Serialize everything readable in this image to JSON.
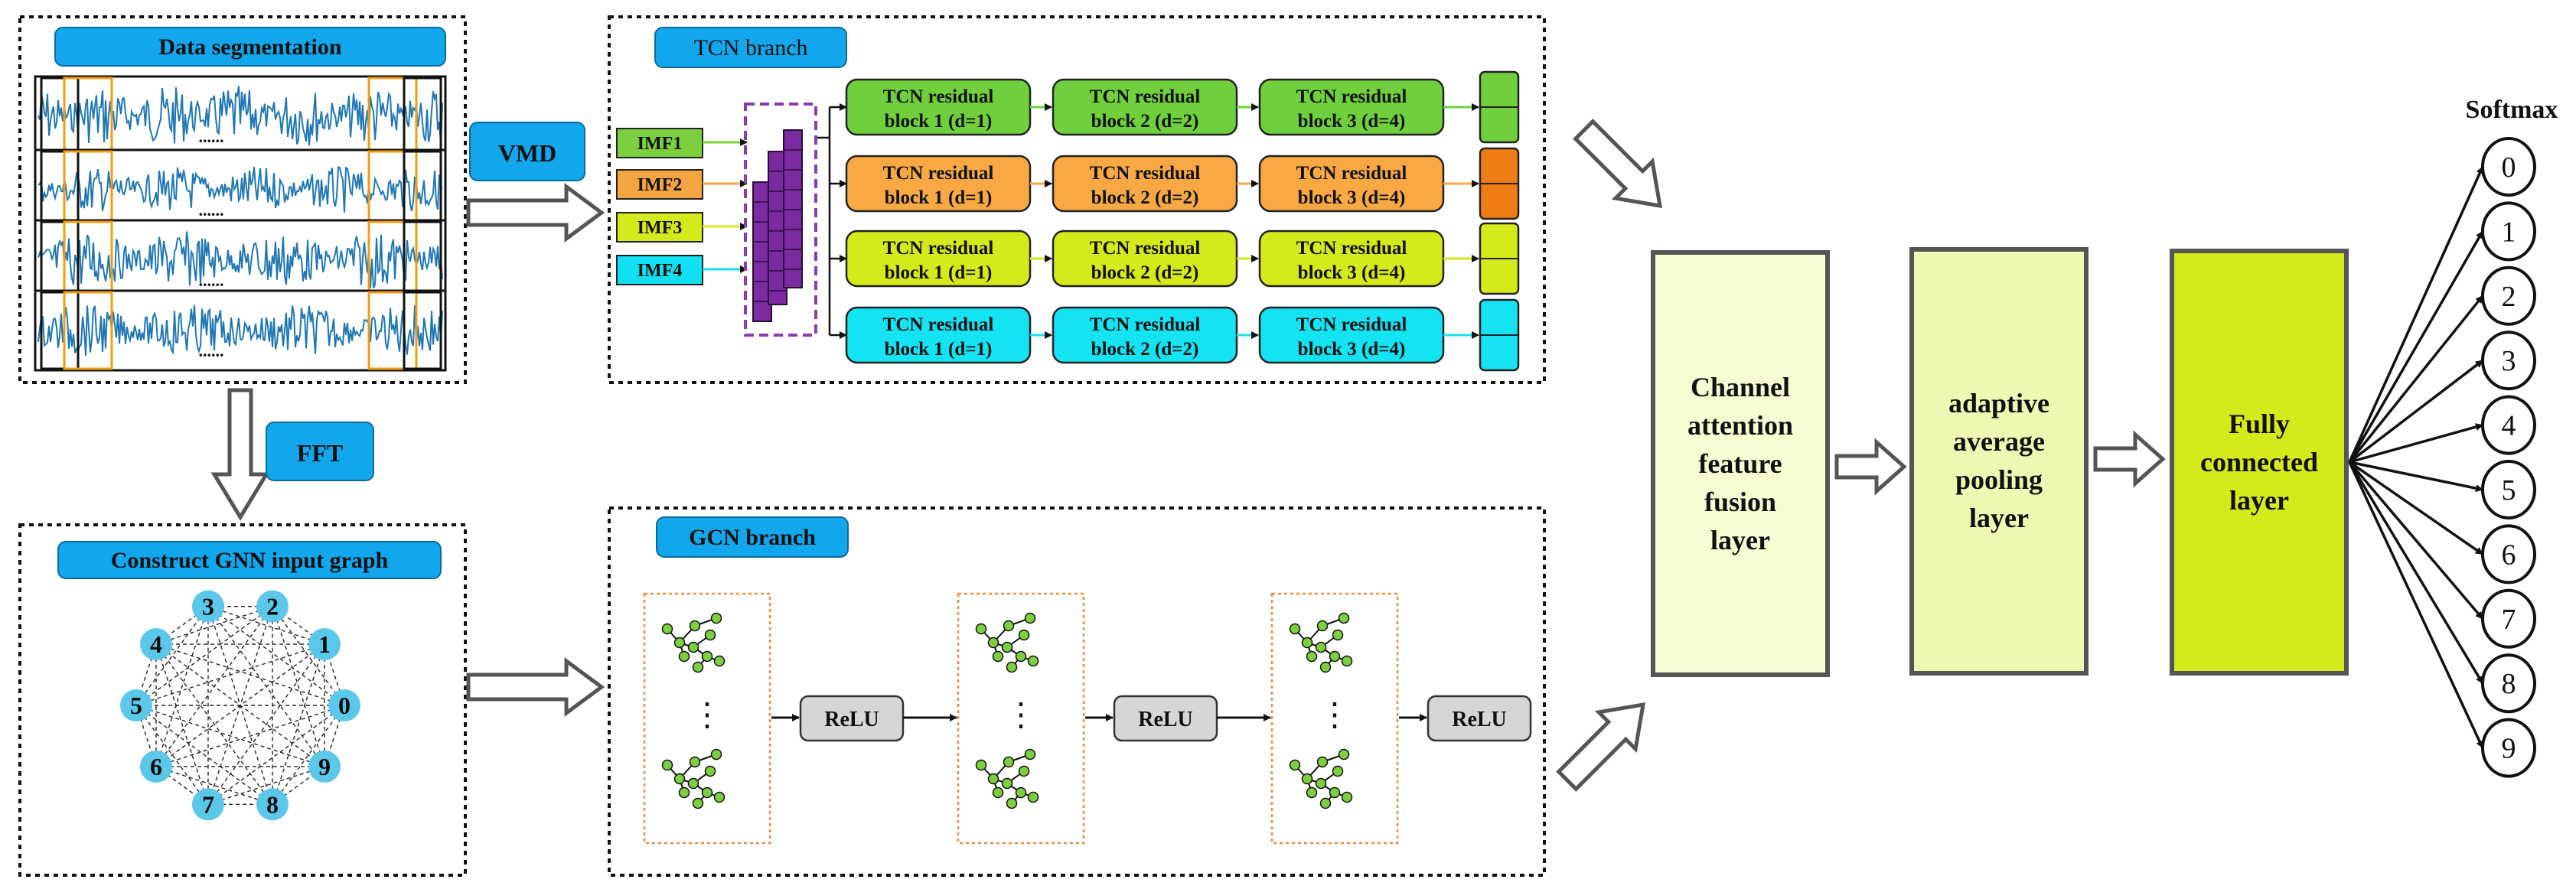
{
  "segmentation": {
    "title": "Data segmentation",
    "ellipsis": "......",
    "signal_color": "#1f77b4",
    "window_color": "#f39c12"
  },
  "vmd": {
    "label": "VMD"
  },
  "fft": {
    "label": "FFT"
  },
  "gnn_graph": {
    "title": "Construct GNN input graph",
    "nodes": [
      "0",
      "1",
      "2",
      "3",
      "4",
      "5",
      "6",
      "7",
      "8",
      "9"
    ],
    "node_color": "#5bc8ea"
  },
  "tcn": {
    "title": "TCN branch",
    "imfs": [
      {
        "label": "IMF1",
        "color": "#7ccf3f"
      },
      {
        "label": "IMF2",
        "color": "#f5a540"
      },
      {
        "label": "IMF3",
        "color": "#d4ea1a"
      },
      {
        "label": "IMF4",
        "color": "#12e0f0"
      }
    ],
    "rows": [
      {
        "color": "#6fcf3c",
        "out_color": "#6fcf3c",
        "blocks": [
          [
            "TCN residual",
            "block 1 (d=1)"
          ],
          [
            "TCN residual",
            "block 2 (d=2)"
          ],
          [
            "TCN residual",
            "block 3 (d=4)"
          ]
        ]
      },
      {
        "color": "#f8a943",
        "out_color": "#f07d13",
        "blocks": [
          [
            "TCN residual",
            "block 1 (d=1)"
          ],
          [
            "TCN residual",
            "block 2 (d=2)"
          ],
          [
            "TCN residual",
            "block 3 (d=4)"
          ]
        ]
      },
      {
        "color": "#d4ea1a",
        "out_color": "#d4ea1a",
        "blocks": [
          [
            "TCN residual",
            "block 1 (d=1)"
          ],
          [
            "TCN residual",
            "block 2 (d=2)"
          ],
          [
            "TCN residual",
            "block 3 (d=4)"
          ]
        ]
      },
      {
        "color": "#14e3f2",
        "out_color": "#14e3f2",
        "blocks": [
          [
            "TCN residual",
            "block 1 (d=1)"
          ],
          [
            "TCN residual",
            "block 2 (d=2)"
          ],
          [
            "TCN residual",
            "block 3 (d=4)"
          ]
        ]
      }
    ],
    "stack_color": "#7b2aa0"
  },
  "gcn": {
    "title": "GCN branch",
    "relu": [
      "ReLU",
      "ReLU",
      "ReLU"
    ],
    "node_color": "#7ccf3f",
    "vdots": "⋮"
  },
  "fusion": {
    "lines": [
      "Channel",
      "attention",
      "feature",
      "fusion",
      "layer"
    ],
    "color": "#f7fbd2"
  },
  "pooling": {
    "lines": [
      "adaptive",
      "average",
      "pooling",
      "layer"
    ],
    "color": "#eef8b2"
  },
  "fc": {
    "lines": [
      "Fully",
      "connected",
      "layer"
    ],
    "color": "#d4ea1a"
  },
  "softmax": {
    "title": "Softmax",
    "outputs": [
      "0",
      "1",
      "2",
      "3",
      "4",
      "5",
      "6",
      "7",
      "8",
      "9"
    ]
  },
  "colors": {
    "label_blue": "#12a7ec",
    "border": "#111111",
    "arrow_outline": "#555555"
  }
}
